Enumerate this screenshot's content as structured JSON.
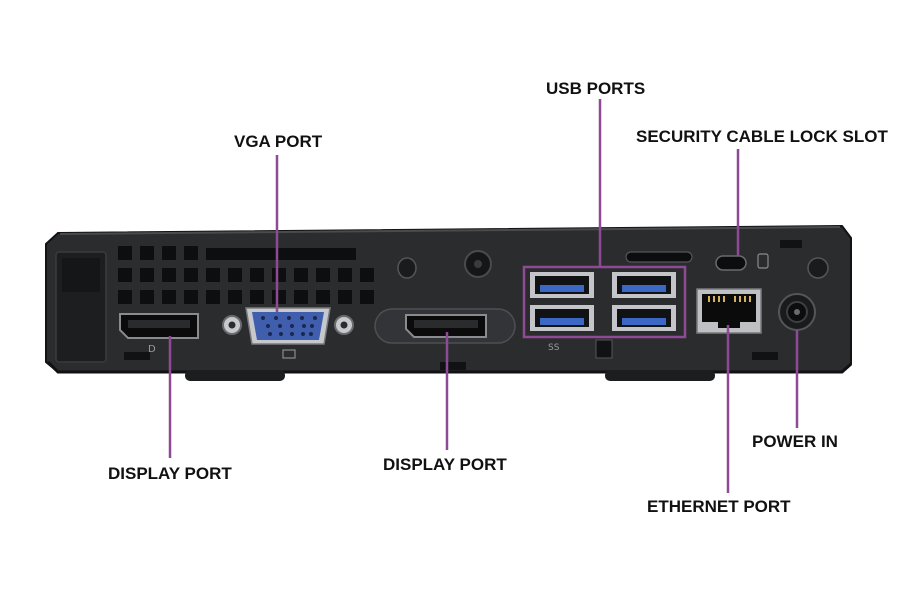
{
  "labels": {
    "usb_ports": "USB PORTS",
    "vga_port": "VGA PORT",
    "security_slot": "SECURITY CABLE LOCK SLOT",
    "display_port_left": "DISPLAY PORT",
    "display_port_center": "DISPLAY PORT",
    "power_in": "POWER IN",
    "ethernet_port": "ETHERNET PORT"
  },
  "colors": {
    "leader_line": "#8e4a94",
    "chassis": "#2b2c2e",
    "chassis_edge": "#18191a",
    "vga_connector": "#3f5fae",
    "usb_insert": "#3a68c4",
    "text": "#111111",
    "background": "#ffffff"
  }
}
